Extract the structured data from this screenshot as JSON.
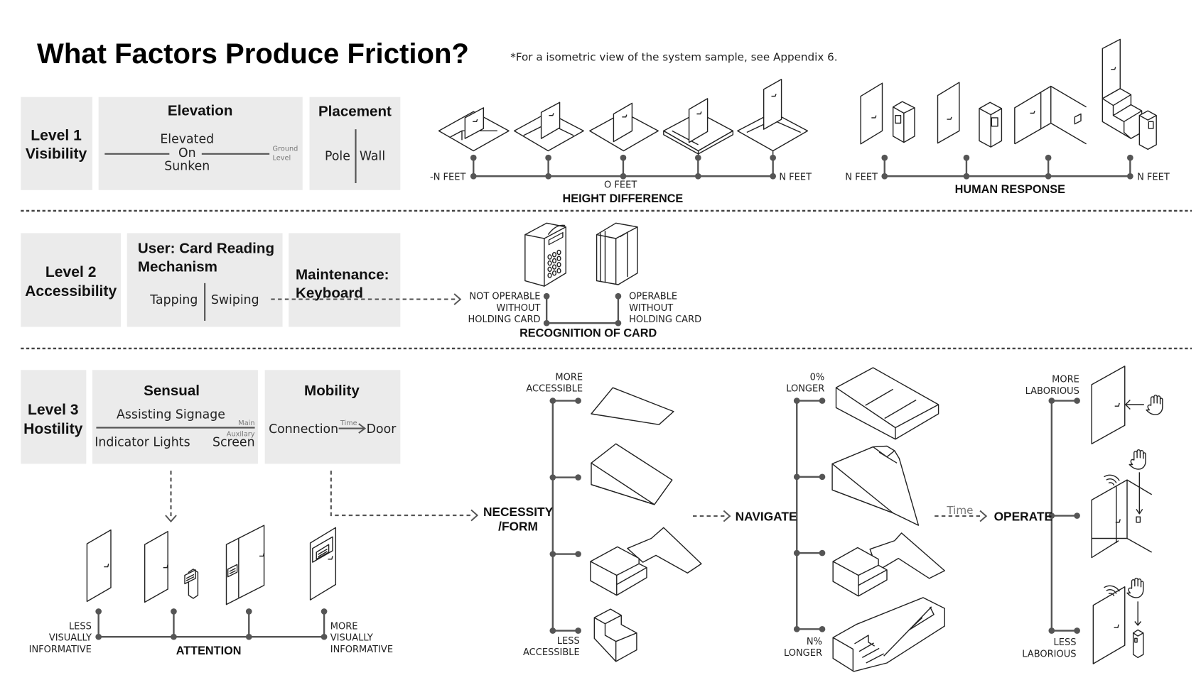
{
  "title": "What Factors Produce Friction?",
  "note": "*For a isometric view of the system sample, see Appendix 6.",
  "level1": {
    "label_line1": "Level 1",
    "label_line2": "Visibility",
    "elevation": {
      "heading": "Elevation",
      "elevated": "Elevated",
      "on": "On",
      "sunken": "Sunken",
      "ground_line1": "Ground",
      "ground_line2": "Level"
    },
    "placement": {
      "heading": "Placement",
      "left": "Pole",
      "right": "Wall"
    },
    "height_scale": {
      "title": "HEIGHT DIFFERENCE",
      "left": "-N FEET",
      "center": "O FEET",
      "right": "N FEET",
      "stops": 5
    },
    "human_scale": {
      "title": "HUMAN RESPONSE",
      "left": "N FEET",
      "right": "N FEET",
      "stops": 4
    }
  },
  "level2": {
    "label_line1": "Level 2",
    "label_line2": "Accessibility",
    "user": {
      "heading_line1": "User: Card Reading",
      "heading_line2": "Mechanism",
      "left": "Tapping",
      "right": "Swiping"
    },
    "maintenance": {
      "heading_line1": "Maintenance:",
      "heading_line2": "Keyboard"
    },
    "recognition": {
      "title": "RECOGNITION OF CARD",
      "left": [
        "NOT OPERABLE",
        "WITHOUT",
        "HOLDING CARD"
      ],
      "right": [
        "OPERABLE",
        "WITHOUT",
        "HOLDING CARD"
      ]
    }
  },
  "level3": {
    "label_line1": "Level 3",
    "label_line2": "Hostility",
    "sensual": {
      "heading": "Sensual",
      "top": "Assisting Signage",
      "main": "Main",
      "auxiliary": "Auxilary",
      "bottom_left": "Indicator Lights",
      "bottom_right": "Screen"
    },
    "mobility": {
      "heading": "Mobility",
      "from": "Connection",
      "arrow_label": "Time",
      "to": "Door"
    },
    "attention": {
      "title": "ATTENTION",
      "left": [
        "LESS",
        "VISUALLY",
        "INFORMATIVE"
      ],
      "right": [
        "MORE",
        "VISUALLY",
        "INFORMATIVE"
      ],
      "stops": 4
    },
    "necessity": {
      "title_line1": "NECESSITY",
      "title_line2": "/FORM",
      "top": [
        "MORE",
        "ACCESSIBLE"
      ],
      "bottom": [
        "LESS",
        "ACCESSIBLE"
      ],
      "stops": 4
    },
    "navigate": {
      "title": "NAVIGATE",
      "top": [
        "0%",
        "LONGER"
      ],
      "bottom": [
        "N%",
        "LONGER"
      ],
      "stops": 4
    },
    "operate": {
      "title": "OPERATE",
      "arrow_label": "Time",
      "top": [
        "MORE",
        "LABORIOUS"
      ],
      "bottom": [
        "LESS",
        "LABORIOUS"
      ],
      "stops": 3
    }
  }
}
